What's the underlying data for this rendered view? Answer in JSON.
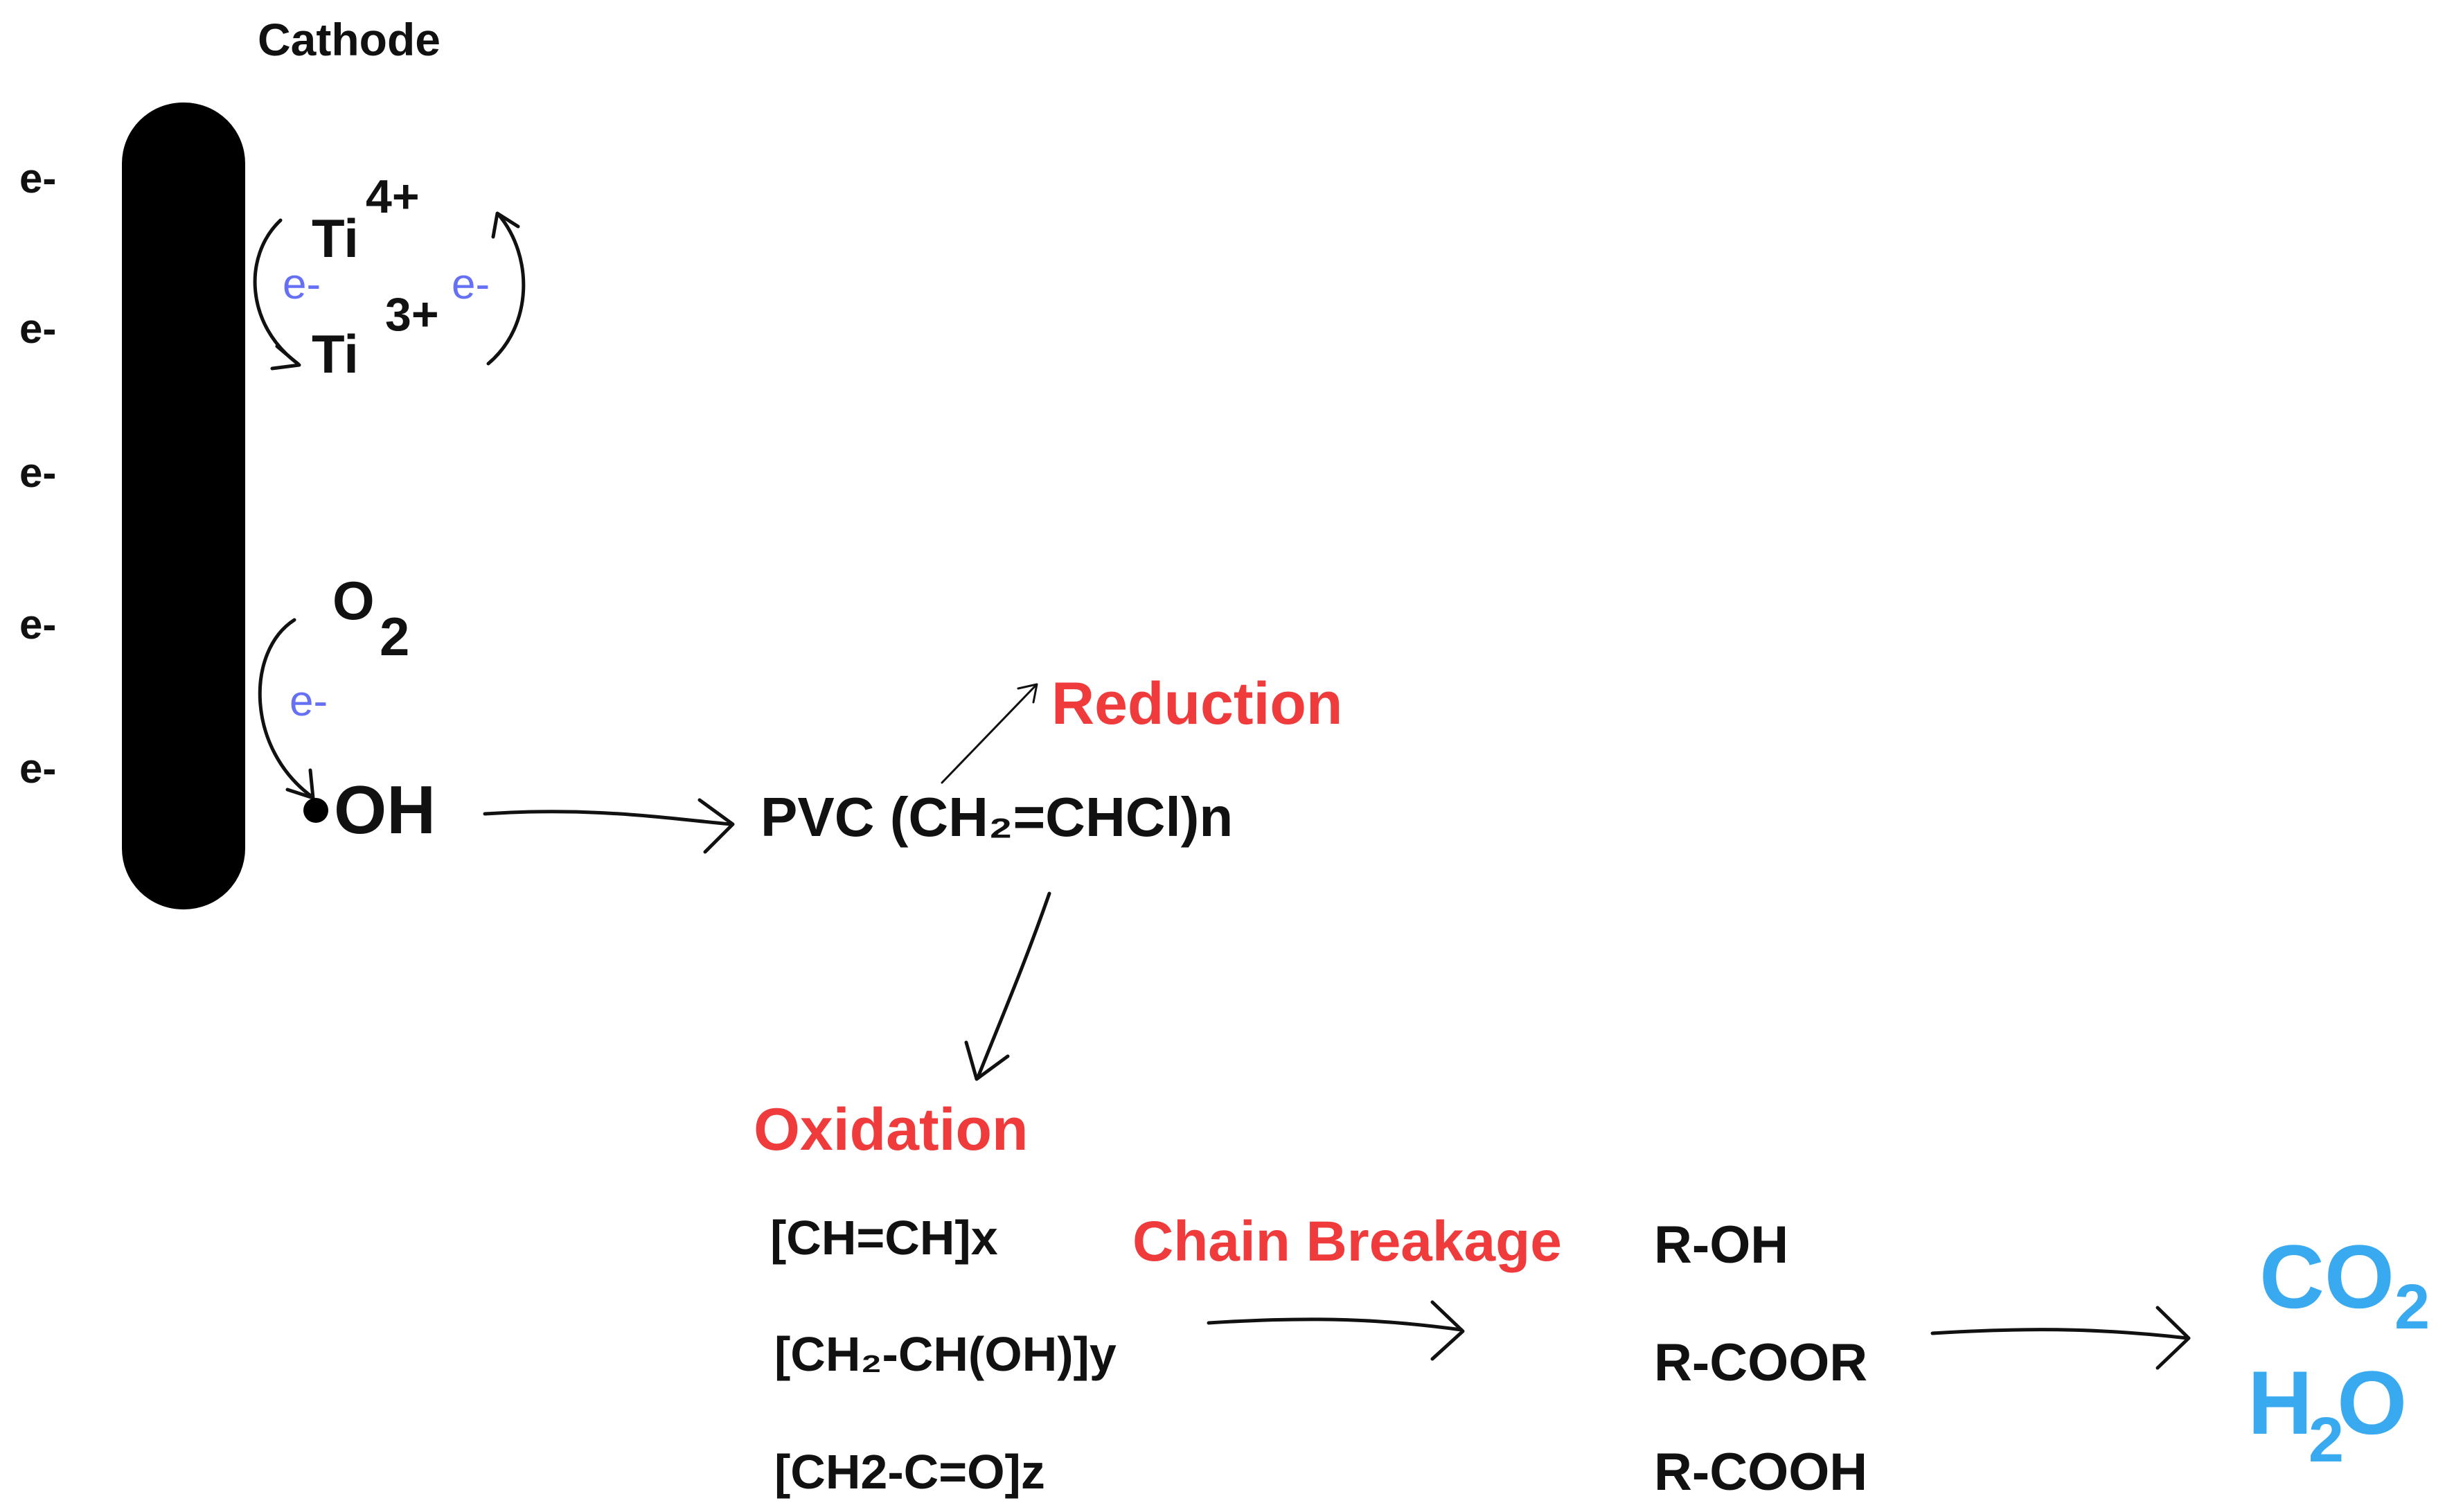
{
  "cathode_label": "Cathode",
  "electron_labels": [
    "e-",
    "e-",
    "e-",
    "e-",
    "e-"
  ],
  "ti_cycle": {
    "ti4": {
      "symbol": "Ti",
      "charge": "4+"
    },
    "ti3": {
      "symbol": "Ti",
      "charge": "3+"
    },
    "electron_left": "e-",
    "electron_right": "e-"
  },
  "oxygen": {
    "symbol": "O",
    "subscript": "2",
    "electron": "e-"
  },
  "hydroxyl_radical": "OH",
  "pvc_label": "PVC (CH₂=CHCl)n",
  "reduction_label": "Reduction",
  "oxidation_label": "Oxidation",
  "oxidation_products": [
    "[CH=CH]x",
    "[CH₂-CH(OH)]y",
    "[CH2-C=O]z"
  ],
  "chain_breakage_label": "Chain Breakage",
  "breakage_products": [
    "R-OH",
    "R-COOR",
    "R-COOH"
  ],
  "final_products": {
    "co2": {
      "main": "CO",
      "sub": "2"
    },
    "h2o": {
      "h": "H",
      "sub": "2",
      "o": "O"
    }
  },
  "colors": {
    "electrode": "#000000",
    "process_label": "#ef3b3b",
    "electron_transfer": "#6670f4",
    "final_products": "#3aaaf0"
  }
}
